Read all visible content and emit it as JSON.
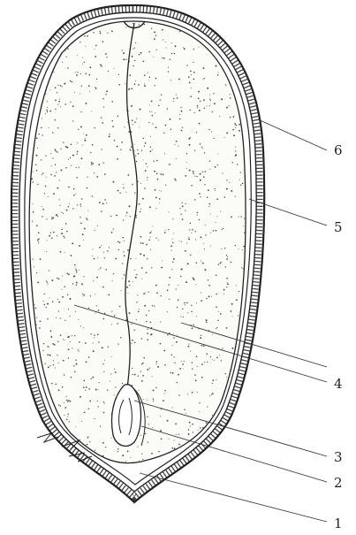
{
  "figure": {
    "labels": [
      {
        "id": "1",
        "text": "1"
      },
      {
        "id": "2",
        "text": "2"
      },
      {
        "id": "3",
        "text": "3"
      },
      {
        "id": "4",
        "text": "4"
      },
      {
        "id": "5",
        "text": "5"
      },
      {
        "id": "6",
        "text": "6"
      }
    ],
    "colors": {
      "ink": "#222222",
      "paper": "#ffffff",
      "endosperm": "#fbfbf7"
    }
  }
}
